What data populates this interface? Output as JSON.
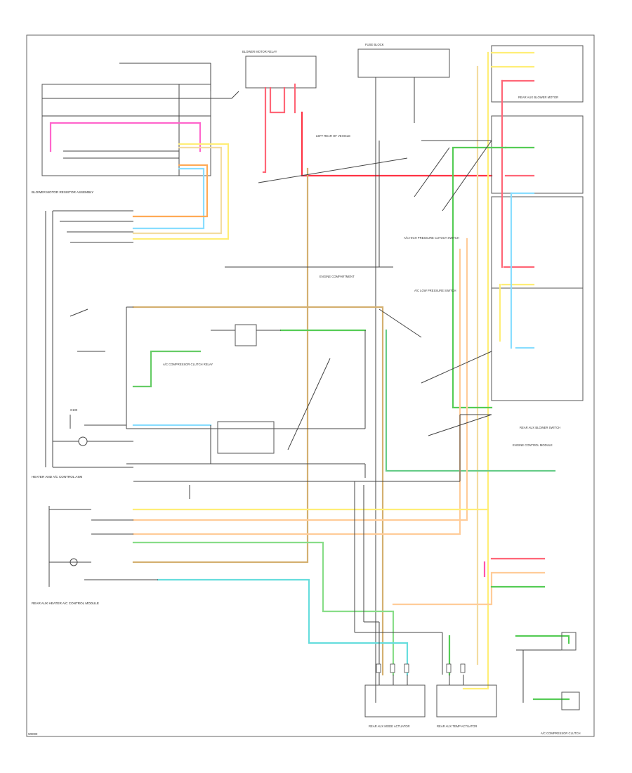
{
  "diagram": {
    "labels": {
      "sheet_code": "W0000",
      "hvac_panel": "HEATER AND A/C CONTROL ASM",
      "rear_hvac_panel": "REAR AUX HEATER A/C CONTROL MODULE",
      "blower_relay_panel": "BLOWER MOTOR RESISTOR ASSEMBLY",
      "blower_motor_relay": "BLOWER MOTOR RELAY",
      "power_dist": "FUSE BLOCK",
      "left_seat": "LEFT REAR OF VEHICLE",
      "rear_blower_motor": "REAR AUX BLOWER MOTOR",
      "rear_aux_actuator": "REAR AUX MODE ACTUATOR",
      "rear_aux_temp_actuator": "REAR AUX TEMP ACTUATOR",
      "compressor_relay": "A/C COMPRESSOR CLUTCH RELAY",
      "compressor_clutch": "A/C COMPRESSOR CLUTCH",
      "hp_switch": "A/C HIGH PRESSURE CUTOUT SWITCH",
      "lp_switch": "A/C LOW PRESSURE SWITCH",
      "ground": "G100",
      "engine_compartment": "ENGINE COMPARTMENT",
      "ecm": "ENGINE CONTROL MODULE",
      "rear_aux_blower_sw": "REAR AUX BLOWER SWITCH"
    }
  }
}
